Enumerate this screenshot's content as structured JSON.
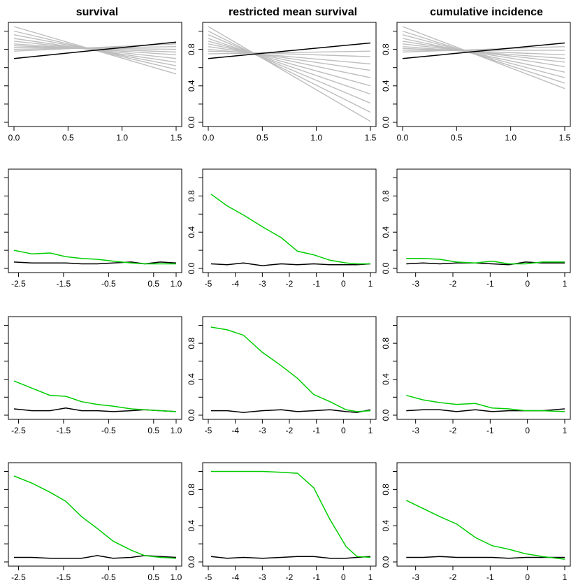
{
  "column_titles": [
    "survival",
    "restricted mean survival",
    "cumulative incidence"
  ],
  "colors": {
    "grey": "#bebebe",
    "black": "#000000",
    "green": "#00cd00"
  },
  "chart_data": [
    {
      "type": "line",
      "row": 0,
      "col": 0,
      "title": "survival",
      "xlim": [
        0,
        1.5
      ],
      "ylim": [
        0,
        1.05
      ],
      "xticks": [
        "0.0",
        "0.5",
        "1.0",
        "1.5"
      ],
      "yticks": [
        "",
        "",
        "",
        "",
        "",
        "",
        ""
      ],
      "series": [
        {
          "color": "grey",
          "x": [
            0,
            1.5
          ],
          "y": [
            1.05,
            0.53
          ]
        },
        {
          "color": "grey",
          "x": [
            0,
            1.5
          ],
          "y": [
            1.0,
            0.58
          ]
        },
        {
          "color": "grey",
          "x": [
            0,
            1.5
          ],
          "y": [
            0.96,
            0.62
          ]
        },
        {
          "color": "grey",
          "x": [
            0,
            1.5
          ],
          "y": [
            0.92,
            0.66
          ]
        },
        {
          "color": "grey",
          "x": [
            0,
            1.5
          ],
          "y": [
            0.89,
            0.7
          ]
        },
        {
          "color": "grey",
          "x": [
            0,
            1.5
          ],
          "y": [
            0.86,
            0.74
          ]
        },
        {
          "color": "grey",
          "x": [
            0,
            1.5
          ],
          "y": [
            0.84,
            0.77
          ]
        },
        {
          "color": "grey",
          "x": [
            0,
            1.5
          ],
          "y": [
            0.82,
            0.8
          ]
        },
        {
          "color": "grey",
          "x": [
            0,
            1.5
          ],
          "y": [
            0.8,
            0.83
          ]
        },
        {
          "color": "grey",
          "x": [
            0,
            1.5
          ],
          "y": [
            0.78,
            0.86
          ]
        },
        {
          "color": "black",
          "x": [
            0,
            1.5
          ],
          "y": [
            0.7,
            0.88
          ]
        }
      ]
    },
    {
      "type": "line",
      "row": 0,
      "col": 1,
      "title": "restricted mean survival",
      "xlim": [
        0,
        1.5
      ],
      "ylim": [
        0,
        1.05
      ],
      "xticks": [
        "0.0",
        "0.5",
        "1.0",
        "1.5"
      ],
      "yticks": [
        "0.0",
        "0.4",
        "0.8"
      ],
      "series": [
        {
          "color": "grey",
          "x": [
            0,
            1.5
          ],
          "y": [
            1.05,
            0.01
          ]
        },
        {
          "color": "grey",
          "x": [
            0,
            1.5
          ],
          "y": [
            1.0,
            0.11
          ]
        },
        {
          "color": "grey",
          "x": [
            0,
            1.5
          ],
          "y": [
            0.96,
            0.21
          ]
        },
        {
          "color": "grey",
          "x": [
            0,
            1.5
          ],
          "y": [
            0.92,
            0.31
          ]
        },
        {
          "color": "grey",
          "x": [
            0,
            1.5
          ],
          "y": [
            0.89,
            0.4
          ]
        },
        {
          "color": "grey",
          "x": [
            0,
            1.5
          ],
          "y": [
            0.86,
            0.49
          ]
        },
        {
          "color": "grey",
          "x": [
            0,
            1.5
          ],
          "y": [
            0.83,
            0.57
          ]
        },
        {
          "color": "grey",
          "x": [
            0,
            1.5
          ],
          "y": [
            0.8,
            0.64
          ]
        },
        {
          "color": "grey",
          "x": [
            0,
            1.5
          ],
          "y": [
            0.78,
            0.72
          ]
        },
        {
          "color": "grey",
          "x": [
            0,
            1.5
          ],
          "y": [
            0.75,
            0.78
          ]
        },
        {
          "color": "black",
          "x": [
            0,
            1.5
          ],
          "y": [
            0.7,
            0.87
          ]
        }
      ]
    },
    {
      "type": "line",
      "row": 0,
      "col": 2,
      "title": "cumulative incidence",
      "xlim": [
        0,
        1.5
      ],
      "ylim": [
        0,
        1.05
      ],
      "xticks": [
        "0.0",
        "0.5",
        "1.0",
        "1.5"
      ],
      "yticks": [
        "0.0",
        "0.4",
        "0.8"
      ],
      "series": [
        {
          "color": "grey",
          "x": [
            0,
            1.5
          ],
          "y": [
            1.05,
            0.37
          ]
        },
        {
          "color": "grey",
          "x": [
            0,
            1.5
          ],
          "y": [
            1.0,
            0.43
          ]
        },
        {
          "color": "grey",
          "x": [
            0,
            1.5
          ],
          "y": [
            0.96,
            0.49
          ]
        },
        {
          "color": "grey",
          "x": [
            0,
            1.5
          ],
          "y": [
            0.92,
            0.55
          ]
        },
        {
          "color": "grey",
          "x": [
            0,
            1.5
          ],
          "y": [
            0.89,
            0.61
          ]
        },
        {
          "color": "grey",
          "x": [
            0,
            1.5
          ],
          "y": [
            0.86,
            0.66
          ]
        },
        {
          "color": "grey",
          "x": [
            0,
            1.5
          ],
          "y": [
            0.83,
            0.7
          ]
        },
        {
          "color": "grey",
          "x": [
            0,
            1.5
          ],
          "y": [
            0.81,
            0.74
          ]
        },
        {
          "color": "grey",
          "x": [
            0,
            1.5
          ],
          "y": [
            0.79,
            0.79
          ]
        },
        {
          "color": "grey",
          "x": [
            0,
            1.5
          ],
          "y": [
            0.77,
            0.83
          ]
        },
        {
          "color": "black",
          "x": [
            0,
            1.5
          ],
          "y": [
            0.7,
            0.87
          ]
        }
      ]
    },
    {
      "type": "line",
      "row": 1,
      "col": 0,
      "xlim": [
        -2.6,
        1.0
      ],
      "ylim": [
        0,
        1.05
      ],
      "xticks": [
        "-2.5",
        "-1.5",
        "-0.5",
        "0.5",
        "1.0"
      ],
      "yticks": [
        "",
        "",
        "",
        "",
        ""
      ],
      "series": [
        {
          "color": "green",
          "x": [
            -2.6,
            -2.2,
            -1.8,
            -1.45,
            -1.1,
            -0.75,
            -0.4,
            0.0,
            0.3,
            0.65,
            1.0
          ],
          "y": [
            0.2,
            0.16,
            0.17,
            0.13,
            0.11,
            0.1,
            0.08,
            0.06,
            0.05,
            0.05,
            0.05
          ]
        },
        {
          "color": "black",
          "x": [
            -2.6,
            -2.2,
            -1.8,
            -1.45,
            -1.1,
            -0.75,
            -0.4,
            0.0,
            0.3,
            0.65,
            1.0
          ],
          "y": [
            0.07,
            0.06,
            0.06,
            0.06,
            0.05,
            0.05,
            0.06,
            0.07,
            0.05,
            0.07,
            0.06
          ]
        }
      ]
    },
    {
      "type": "line",
      "row": 1,
      "col": 1,
      "xlim": [
        -5,
        1
      ],
      "ylim": [
        0,
        1.05
      ],
      "xticks": [
        "-5",
        "-4",
        "-3",
        "-2",
        "-1",
        "0",
        "1"
      ],
      "yticks": [
        "0.0",
        "0.4",
        "0.8"
      ],
      "series": [
        {
          "color": "green",
          "x": [
            -4.9,
            -4.3,
            -3.7,
            -3.0,
            -2.3,
            -1.7,
            -1.1,
            -0.5,
            0.1,
            0.5,
            1.0
          ],
          "y": [
            0.82,
            0.69,
            0.59,
            0.46,
            0.34,
            0.19,
            0.15,
            0.09,
            0.06,
            0.05,
            0.05
          ]
        },
        {
          "color": "black",
          "x": [
            -4.9,
            -4.3,
            -3.7,
            -3.0,
            -2.3,
            -1.7,
            -1.1,
            -0.5,
            0.1,
            0.5,
            1.0
          ],
          "y": [
            0.05,
            0.04,
            0.06,
            0.03,
            0.05,
            0.04,
            0.05,
            0.04,
            0.04,
            0.04,
            0.05
          ]
        }
      ]
    },
    {
      "type": "line",
      "row": 1,
      "col": 2,
      "xlim": [
        -3.35,
        1
      ],
      "ylim": [
        0,
        1.05
      ],
      "xticks": [
        "-3",
        "-2",
        "-1",
        "0",
        "1"
      ],
      "yticks": [
        "0.0",
        "0.4",
        "0.8"
      ],
      "series": [
        {
          "color": "green",
          "x": [
            -3.25,
            -2.8,
            -2.35,
            -1.9,
            -1.4,
            -0.95,
            -0.5,
            -0.05,
            0.4,
            1.0
          ],
          "y": [
            0.11,
            0.11,
            0.1,
            0.07,
            0.06,
            0.08,
            0.05,
            0.05,
            0.07,
            0.07
          ]
        },
        {
          "color": "black",
          "x": [
            -3.25,
            -2.8,
            -2.35,
            -1.9,
            -1.4,
            -0.95,
            -0.5,
            -0.05,
            0.4,
            1.0
          ],
          "y": [
            0.05,
            0.06,
            0.05,
            0.06,
            0.06,
            0.05,
            0.04,
            0.07,
            0.06,
            0.06
          ]
        }
      ]
    },
    {
      "type": "line",
      "row": 2,
      "col": 0,
      "xlim": [
        -2.6,
        1.0
      ],
      "ylim": [
        0,
        1.05
      ],
      "xticks": [
        "-2.5",
        "-1.5",
        "-0.5",
        "0.5",
        "1.0"
      ],
      "yticks": [
        "",
        "",
        "",
        "",
        ""
      ],
      "series": [
        {
          "color": "green",
          "x": [
            -2.6,
            -2.2,
            -1.8,
            -1.45,
            -1.1,
            -0.75,
            -0.4,
            0.0,
            0.3,
            0.65,
            1.0
          ],
          "y": [
            0.38,
            0.3,
            0.22,
            0.21,
            0.15,
            0.12,
            0.1,
            0.07,
            0.06,
            0.05,
            0.04
          ]
        },
        {
          "color": "black",
          "x": [
            -2.6,
            -2.2,
            -1.8,
            -1.45,
            -1.1,
            -0.75,
            -0.4,
            0.0,
            0.3,
            0.65,
            1.0
          ],
          "y": [
            0.07,
            0.05,
            0.05,
            0.08,
            0.05,
            0.05,
            0.04,
            0.05,
            0.06,
            0.05,
            0.04
          ]
        }
      ]
    },
    {
      "type": "line",
      "row": 2,
      "col": 1,
      "xlim": [
        -5,
        1
      ],
      "ylim": [
        0,
        1.05
      ],
      "xticks": [
        "-5",
        "-4",
        "-3",
        "-2",
        "-1",
        "0",
        "1"
      ],
      "yticks": [
        "0.0",
        "0.4",
        "0.8"
      ],
      "series": [
        {
          "color": "green",
          "x": [
            -4.9,
            -4.3,
            -3.7,
            -3.0,
            -2.3,
            -1.7,
            -1.1,
            -0.5,
            0.1,
            0.5,
            1.0
          ],
          "y": [
            0.98,
            0.95,
            0.89,
            0.7,
            0.55,
            0.41,
            0.23,
            0.15,
            0.06,
            0.04,
            0.05
          ]
        },
        {
          "color": "black",
          "x": [
            -4.9,
            -4.3,
            -3.7,
            -3.0,
            -2.3,
            -1.7,
            -1.1,
            -0.5,
            0.1,
            0.5,
            1.0
          ],
          "y": [
            0.05,
            0.05,
            0.03,
            0.05,
            0.06,
            0.04,
            0.05,
            0.06,
            0.04,
            0.03,
            0.06
          ]
        }
      ]
    },
    {
      "type": "line",
      "row": 2,
      "col": 2,
      "xlim": [
        -3.35,
        1
      ],
      "ylim": [
        0,
        1.05
      ],
      "xticks": [
        "-3",
        "-2",
        "-1",
        "0",
        "1"
      ],
      "yticks": [
        "0.0",
        "0.4",
        "0.8"
      ],
      "series": [
        {
          "color": "green",
          "x": [
            -3.25,
            -2.8,
            -2.35,
            -1.9,
            -1.4,
            -0.95,
            -0.5,
            -0.05,
            0.4,
            1.0
          ],
          "y": [
            0.22,
            0.17,
            0.14,
            0.12,
            0.13,
            0.08,
            0.07,
            0.05,
            0.05,
            0.04
          ]
        },
        {
          "color": "black",
          "x": [
            -3.25,
            -2.8,
            -2.35,
            -1.9,
            -1.4,
            -0.95,
            -0.5,
            -0.05,
            0.4,
            1.0
          ],
          "y": [
            0.05,
            0.06,
            0.06,
            0.04,
            0.06,
            0.04,
            0.05,
            0.05,
            0.05,
            0.07
          ]
        }
      ]
    },
    {
      "type": "line",
      "row": 3,
      "col": 0,
      "xlim": [
        -2.6,
        1.0
      ],
      "ylim": [
        0,
        1.05
      ],
      "xticks": [
        "-2.5",
        "-1.5",
        "-0.5",
        "0.5",
        "1.0"
      ],
      "yticks": [
        "",
        "",
        "",
        "",
        ""
      ],
      "series": [
        {
          "color": "green",
          "x": [
            -2.6,
            -2.2,
            -1.8,
            -1.45,
            -1.1,
            -0.75,
            -0.4,
            0.0,
            0.3,
            0.65,
            1.0
          ],
          "y": [
            0.95,
            0.87,
            0.77,
            0.67,
            0.5,
            0.37,
            0.23,
            0.13,
            0.07,
            0.05,
            0.04
          ]
        },
        {
          "color": "black",
          "x": [
            -2.6,
            -2.2,
            -1.8,
            -1.45,
            -1.1,
            -0.75,
            -0.4,
            0.0,
            0.3,
            0.65,
            1.0
          ],
          "y": [
            0.05,
            0.05,
            0.04,
            0.04,
            0.04,
            0.07,
            0.04,
            0.05,
            0.07,
            0.06,
            0.05
          ]
        }
      ]
    },
    {
      "type": "line",
      "row": 3,
      "col": 1,
      "xlim": [
        -5,
        1
      ],
      "ylim": [
        0,
        1.05
      ],
      "xticks": [
        "-5",
        "-4",
        "-3",
        "-2",
        "-1",
        "0",
        "1"
      ],
      "yticks": [
        "0.0",
        "0.4",
        "0.8"
      ],
      "series": [
        {
          "color": "green",
          "x": [
            -4.9,
            -4.3,
            -3.7,
            -3.0,
            -2.3,
            -1.7,
            -1.1,
            -0.5,
            0.1,
            0.5,
            1.0
          ],
          "y": [
            1.0,
            1.0,
            1.0,
            1.0,
            0.99,
            0.98,
            0.82,
            0.47,
            0.17,
            0.06,
            0.05
          ]
        },
        {
          "color": "black",
          "x": [
            -4.9,
            -4.3,
            -3.7,
            -3.0,
            -2.3,
            -1.7,
            -1.1,
            -0.5,
            0.1,
            0.5,
            1.0
          ],
          "y": [
            0.06,
            0.04,
            0.05,
            0.04,
            0.05,
            0.06,
            0.06,
            0.04,
            0.04,
            0.05,
            0.06
          ]
        }
      ]
    },
    {
      "type": "line",
      "row": 3,
      "col": 2,
      "xlim": [
        -3.35,
        1
      ],
      "ylim": [
        0,
        1.05
      ],
      "xticks": [
        "-3",
        "-2",
        "-1",
        "0",
        "1"
      ],
      "yticks": [
        "0.0",
        "0.4",
        "0.8"
      ],
      "series": [
        {
          "color": "green",
          "x": [
            -3.25,
            -2.8,
            -2.35,
            -1.9,
            -1.4,
            -0.95,
            -0.5,
            -0.05,
            0.4,
            1.0
          ],
          "y": [
            0.68,
            0.59,
            0.5,
            0.42,
            0.27,
            0.18,
            0.14,
            0.09,
            0.06,
            0.03
          ]
        },
        {
          "color": "black",
          "x": [
            -3.25,
            -2.8,
            -2.35,
            -1.9,
            -1.4,
            -0.95,
            -0.5,
            -0.05,
            0.4,
            1.0
          ],
          "y": [
            0.05,
            0.05,
            0.06,
            0.05,
            0.05,
            0.05,
            0.04,
            0.05,
            0.05,
            0.05
          ]
        }
      ]
    }
  ]
}
